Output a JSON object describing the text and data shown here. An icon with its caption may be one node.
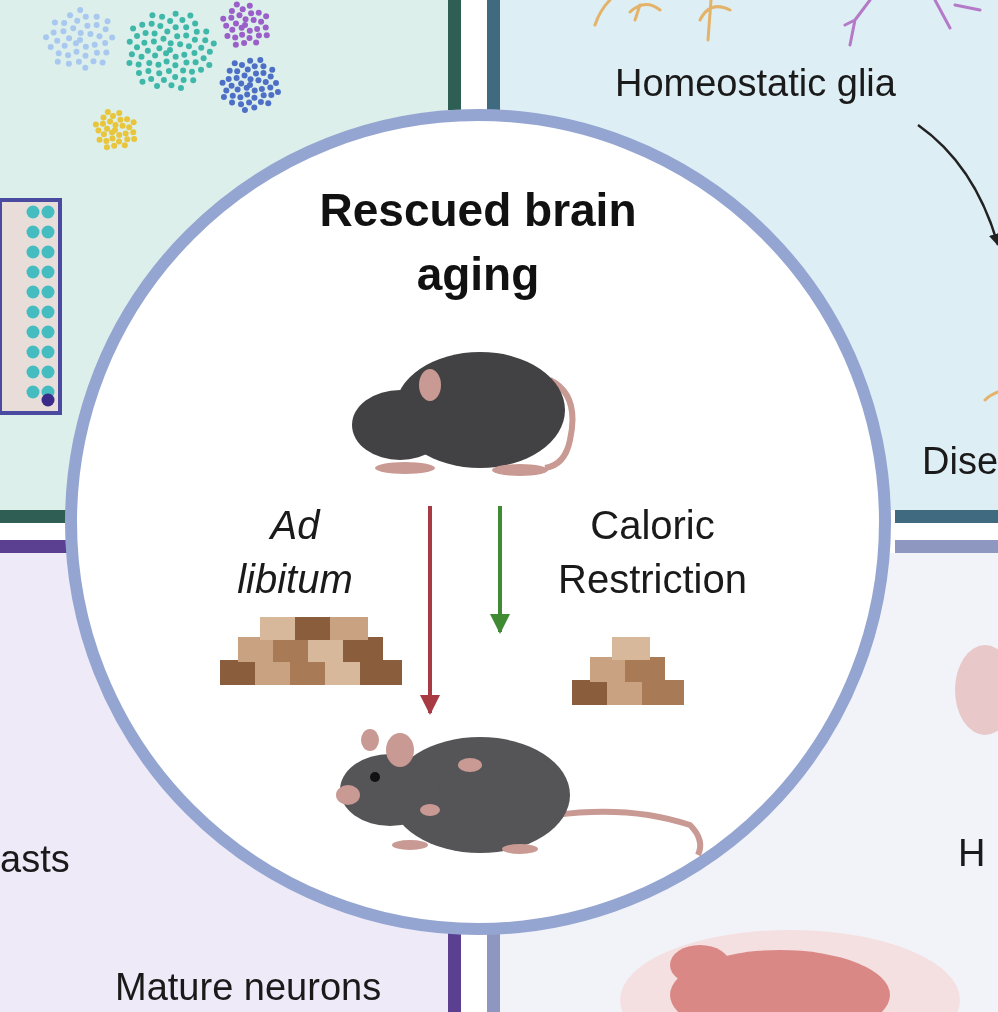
{
  "diagram": {
    "nodes": [
      {
        "text": [
          "Rescued brain aging"
        ]
      },
      {
        "text": [],
        "shape": "picture",
        "in": 0
      },
      {
        "text": [],
        "shape": "picture",
        "in": 0
      },
      {
        "text": [
          "Homeostatic glia"
        ]
      },
      {
        "text": [
          "Dise"
        ]
      }
    ],
    "edges": [
      {
        "from": 1,
        "to": 2,
        "arrow": "to",
        "label": "Ad libitum",
        "color": "#a83a44"
      },
      {
        "from": 1,
        "to": null,
        "arrow": "to",
        "label": "Caloric Restriction",
        "color": "#3f8a33"
      },
      {
        "from": 3,
        "to": null,
        "arrow": "to",
        "color": "#222222"
      }
    ],
    "labels": [
      "asts",
      "H",
      "Mature neurons"
    ]
  }
}
